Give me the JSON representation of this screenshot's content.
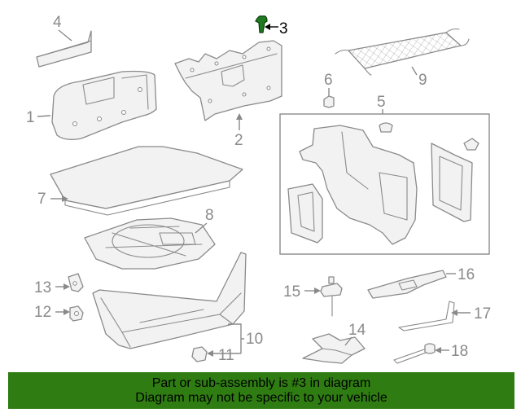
{
  "callouts": {
    "c1": "1",
    "c2": "2",
    "c3": "3",
    "c4": "4",
    "c5": "5",
    "c6": "6",
    "c7": "7",
    "c8": "8",
    "c9": "9",
    "c10": "10",
    "c11": "11",
    "c12": "12",
    "c13": "13",
    "c14": "14",
    "c15": "15",
    "c16": "16",
    "c17": "17",
    "c18": "18"
  },
  "highlighted_part": "3",
  "colors": {
    "banner": "#2f7d12",
    "part_outline": "#8a8a8a",
    "highlight": "#1f7a1f"
  },
  "footer": {
    "line1": "Part or sub-assembly is #3 in diagram",
    "line2": "Diagram may not be specific to your vehicle"
  }
}
